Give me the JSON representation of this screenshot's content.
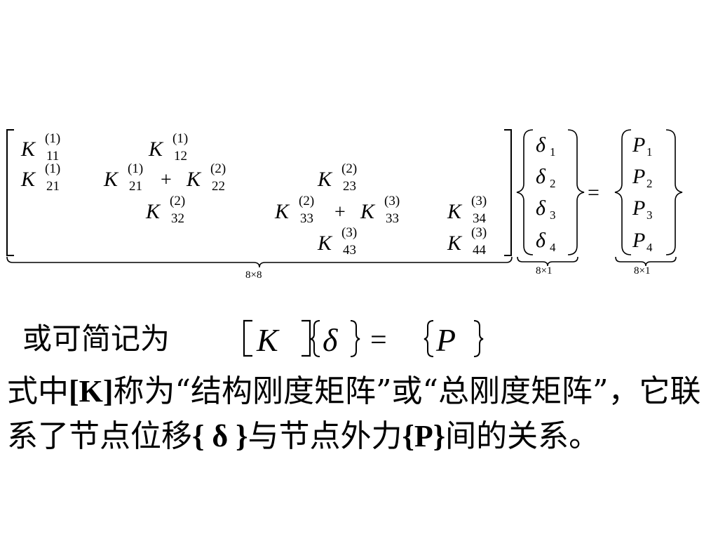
{
  "matrix": {
    "K": "K",
    "plus": "+",
    "equals": "=",
    "rows": [
      [
        {
          "sub": "11",
          "sup": "(1)"
        },
        {
          "sub": "12",
          "sup": "(1)"
        }
      ],
      [
        {
          "sub": "21",
          "sup": "(1)"
        },
        {
          "sub": "21",
          "sup": "(1)"
        },
        {
          "sub": "22",
          "sup": "(2)"
        },
        {
          "sub": "23",
          "sup": "(2)"
        }
      ],
      [
        {
          "sub": "32",
          "sup": "(2)"
        },
        {
          "sub": "33",
          "sup": "(2)"
        },
        {
          "sub": "33",
          "sup": "(3)"
        },
        {
          "sub": "34",
          "sup": "(3)"
        }
      ],
      [
        {
          "sub": "43",
          "sup": "(3)"
        },
        {
          "sub": "44",
          "sup": "(3)"
        }
      ]
    ],
    "delta_symbol": "δ",
    "delta_subs": [
      "1",
      "2",
      "3",
      "4"
    ],
    "p_symbol": "P",
    "p_subs": [
      "1",
      "2",
      "3",
      "4"
    ],
    "size_k": "8×8",
    "size_delta": "8×1",
    "size_p": "8×1"
  },
  "shorthand": {
    "label": "或可简记为",
    "K": "K",
    "delta": "δ",
    "equals": "=",
    "P": "P"
  },
  "description": {
    "p1": "式中",
    "k_bracket": "[K]",
    "p2": "称为“结构刚度矩阵”或“总刚度矩阵”，它联系了节点位移",
    "delta_braces": "{ δ }",
    "p3": "与节点外力",
    "p_braces": "{P}",
    "p4": "间的关系。"
  }
}
